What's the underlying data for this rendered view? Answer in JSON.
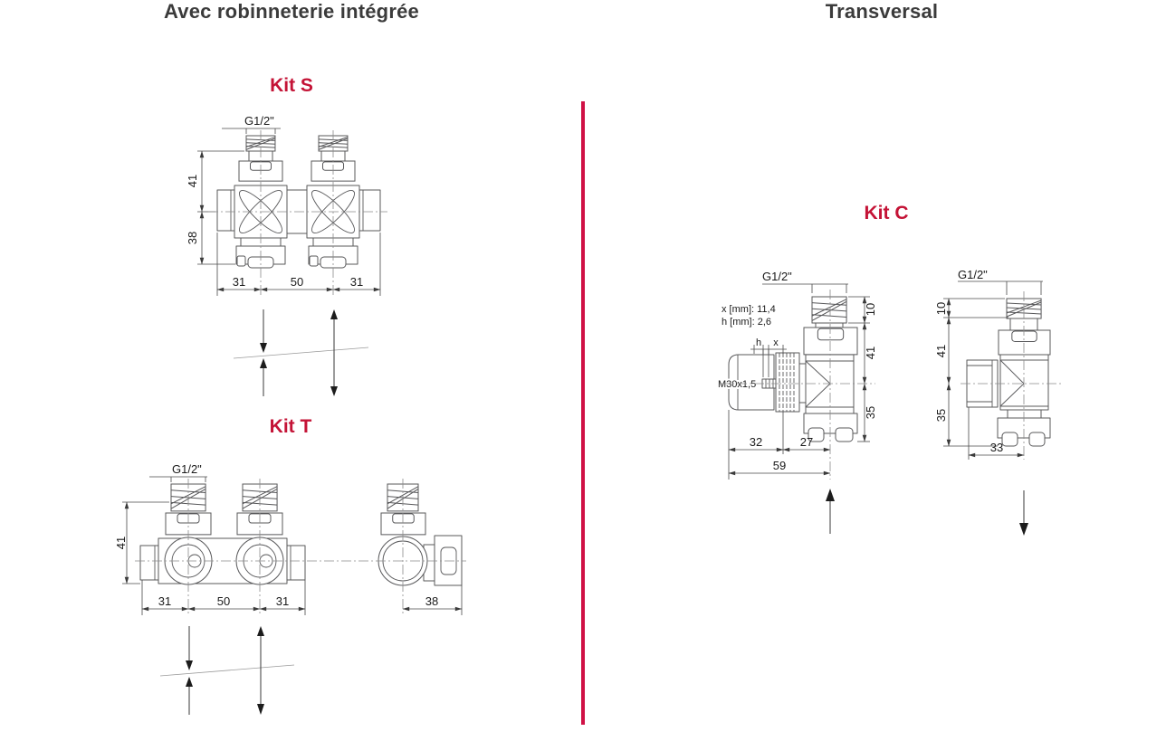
{
  "colors": {
    "accent_red": "#c41336",
    "divider_red": "#d01145",
    "heading_gray": "#3b3b3b",
    "line_gray": "#58585a"
  },
  "left_section": {
    "title": "Avec robinneterie intégrée",
    "kit_s": {
      "title": "Kit S",
      "thread_label": "G1/2\"",
      "dim_height_top": "41",
      "dim_height_bottom": "38",
      "dim_left": "31",
      "dim_center": "50",
      "dim_right": "31"
    },
    "kit_t": {
      "title": "Kit T",
      "thread_label": "G1/2\"",
      "dim_height": "41",
      "dim_left": "31",
      "dim_center": "50",
      "dim_right": "31",
      "side_view_depth": "38"
    }
  },
  "right_section": {
    "title": "Transversal",
    "kit_c": {
      "title": "Kit C",
      "left_view": {
        "thread_label": "G1/2\"",
        "x_note": "x [mm]: 11,4",
        "h_note": "h [mm]: 2,6",
        "h_label": "h",
        "x_label": "x",
        "thread_spec": "M30x1,5",
        "dim_thread": "10",
        "dim_upper": "41",
        "dim_lower": "35",
        "dim_head": "32",
        "dim_body": "27",
        "dim_total": "59"
      },
      "right_view": {
        "thread_label": "G1/2\"",
        "dim_thread": "10",
        "dim_upper": "41",
        "dim_lower": "35",
        "dim_width": "33"
      }
    }
  }
}
